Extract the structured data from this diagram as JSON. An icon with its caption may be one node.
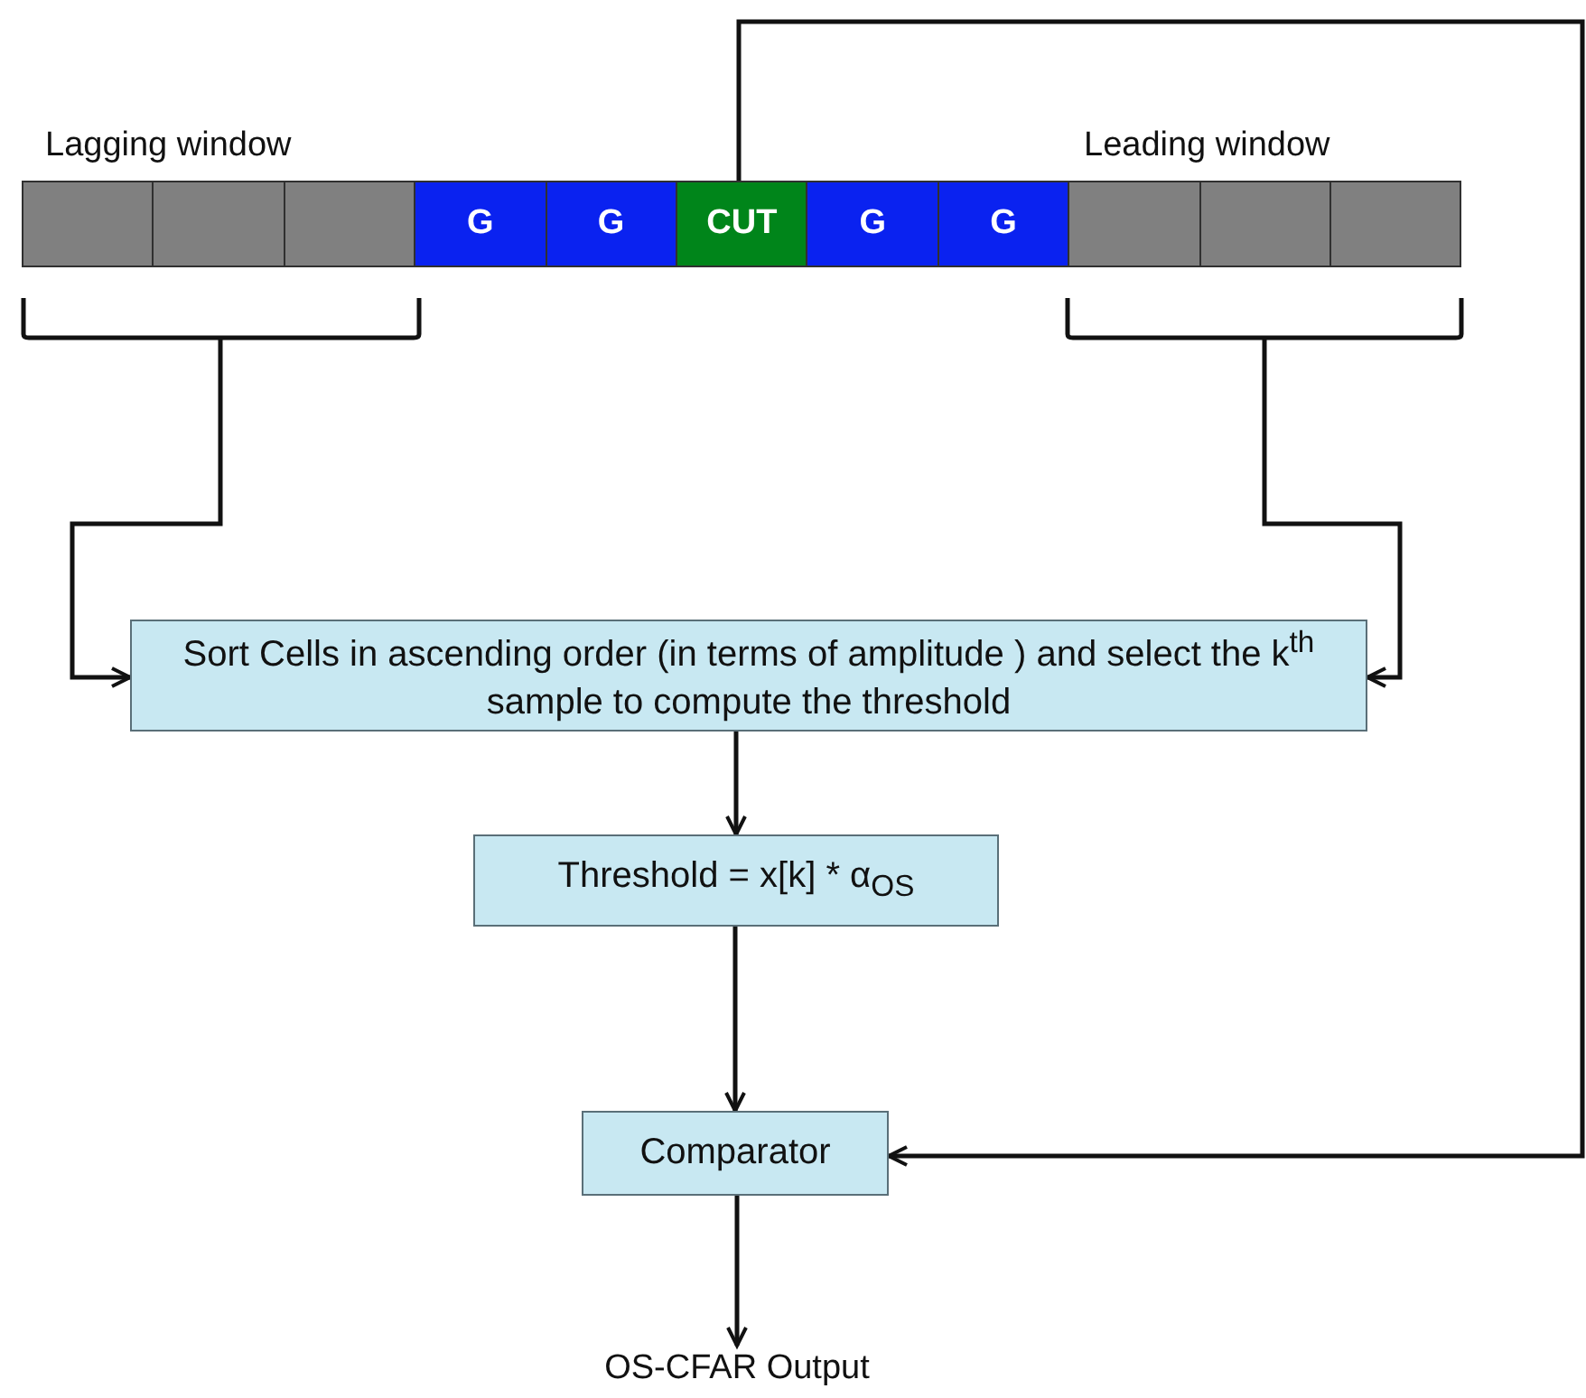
{
  "diagram": {
    "nodes": [
      {
        "text": [],
        "shape": "box"
      },
      {
        "text": [],
        "shape": "box"
      },
      {
        "text": [],
        "shape": "box"
      },
      {
        "text": [
          "G"
        ]
      },
      {
        "text": [
          "G"
        ]
      },
      {
        "text": [
          "CUT"
        ]
      },
      {
        "text": [
          "G"
        ]
      },
      {
        "text": [
          "G"
        ]
      },
      {
        "text": [],
        "shape": "box"
      },
      {
        "text": [],
        "shape": "box"
      },
      {
        "text": [],
        "shape": "box"
      },
      {
        "text": [],
        "shape": "bracket"
      },
      {
        "text": [],
        "shape": "bracket"
      },
      {
        "text": [
          "Sort Cells in ascending order (in terms of amplitude ) and select the k$^{th}$ sample to compute the threshold"
        ]
      },
      {
        "text": [
          "Threshold = x[k] * α$_{OS}$"
        ]
      },
      {
        "text": [
          "Comparator"
        ]
      },
      {
        "text": [
          "OS-CFAR Output"
        ]
      }
    ],
    "edges": [
      {
        "from": 11,
        "to": 13,
        "arrow": "to"
      },
      {
        "from": 12,
        "to": 13,
        "arrow": "to"
      },
      {
        "from": 13,
        "to": 14,
        "arrow": "to"
      },
      {
        "from": 14,
        "to": 15,
        "arrow": "to"
      },
      {
        "from": 15,
        "to": 16,
        "arrow": "to"
      },
      {
        "from": 5,
        "to": 15,
        "arrow": "to"
      }
    ],
    "labels": [
      "Lagging window",
      "Leading window"
    ]
  }
}
